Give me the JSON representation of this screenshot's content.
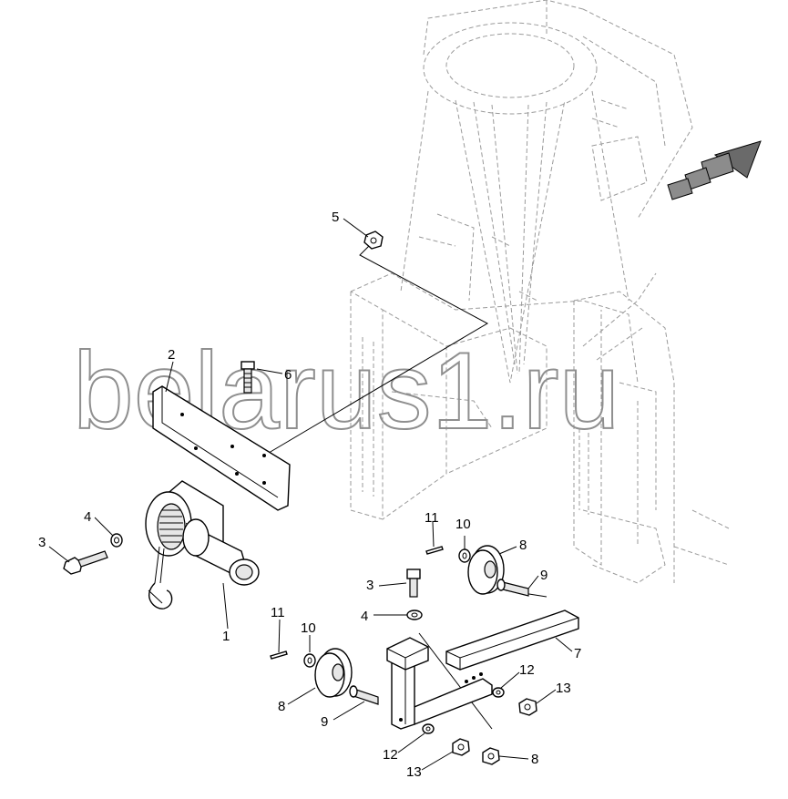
{
  "watermark": "belarus1.ru",
  "callouts": {
    "c1": "1",
    "c2": "2",
    "c3a": "3",
    "c3b": "3",
    "c4a": "4",
    "c4b": "4",
    "c5": "5",
    "c6": "6",
    "c7": "7",
    "c8a": "8",
    "c8b": "8",
    "c8c": "8",
    "c9a": "9",
    "c9b": "9",
    "c10a": "10",
    "c10b": "10",
    "c11a": "11",
    "c11b": "11",
    "c12a": "12",
    "c12b": "12",
    "c13a": "13",
    "c13b": "13"
  },
  "direction_arrow": {
    "icon": "forward-direction-arrow-icon",
    "color": "#555555"
  }
}
